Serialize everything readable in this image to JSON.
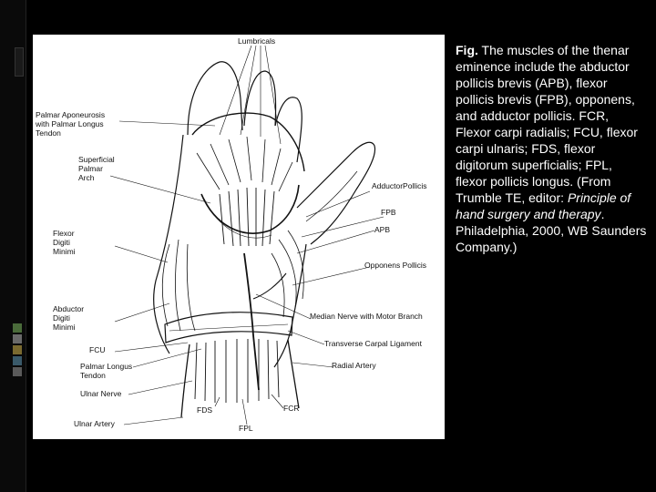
{
  "caption": {
    "fig_label": "Fig.",
    "text_1": " The muscles of the thenar eminence include the abductor pollicis brevis (APB), flexor pollicis brevis (FPB), opponens, and adductor pollicis. FCR, Flexor carpi radialis; FCU, flexor carpi ulnaris; FDS, flexor digitorum superficialis; FPL, flexor pollicis longus. (From Trumble TE, editor: ",
    "book_title": "Principle of hand surgery and therapy",
    "text_2": ". Philadelphia, 2000, WB Saunders Company.)"
  },
  "diagram": {
    "labels": {
      "lumbricals": "Lumbricals",
      "palmar_aponeurosis_1": "Palmar Aponeurosis",
      "palmar_aponeurosis_2": "with Palmar Longus",
      "palmar_aponeurosis_3": "Tendon",
      "superficial_arch_1": "Superficial",
      "superficial_arch_2": "Palmar",
      "superficial_arch_3": "Arch",
      "adductor_pollicis": "AdductorPollicis",
      "fpb": "FPB",
      "apb": "APB",
      "flexor_digiti_1": "Flexor",
      "flexor_digiti_2": "Digiti",
      "flexor_digiti_3": "Minimi",
      "opponens_pollicis": "Opponens Pollicis",
      "abductor_digiti_1": "Abductor",
      "abductor_digiti_2": "Digiti",
      "abductor_digiti_3": "Minimi",
      "median_nerve": "Median Nerve with Motor Branch",
      "fcu": "FCU",
      "transverse_carpal": "Transverse Carpal Ligament",
      "palmar_longus_1": "Palmar Longus",
      "palmar_longus_2": "Tendon",
      "radial_artery": "Radial Artery",
      "ulnar_nerve": "Ulnar Nerve",
      "fcr": "FCR",
      "fds": "FDS",
      "ulnar_artery": "Ulnar Artery",
      "fpl": "FPL"
    }
  },
  "colors": {
    "background": "#000000",
    "figure_bg": "#ffffff",
    "caption_text": "#ffffff",
    "dot_1": "#4a6b3a",
    "dot_2": "#6a6a6a",
    "dot_3": "#7a6a30",
    "dot_4": "#3a5a6a",
    "dot_5": "#5a5a5a"
  }
}
